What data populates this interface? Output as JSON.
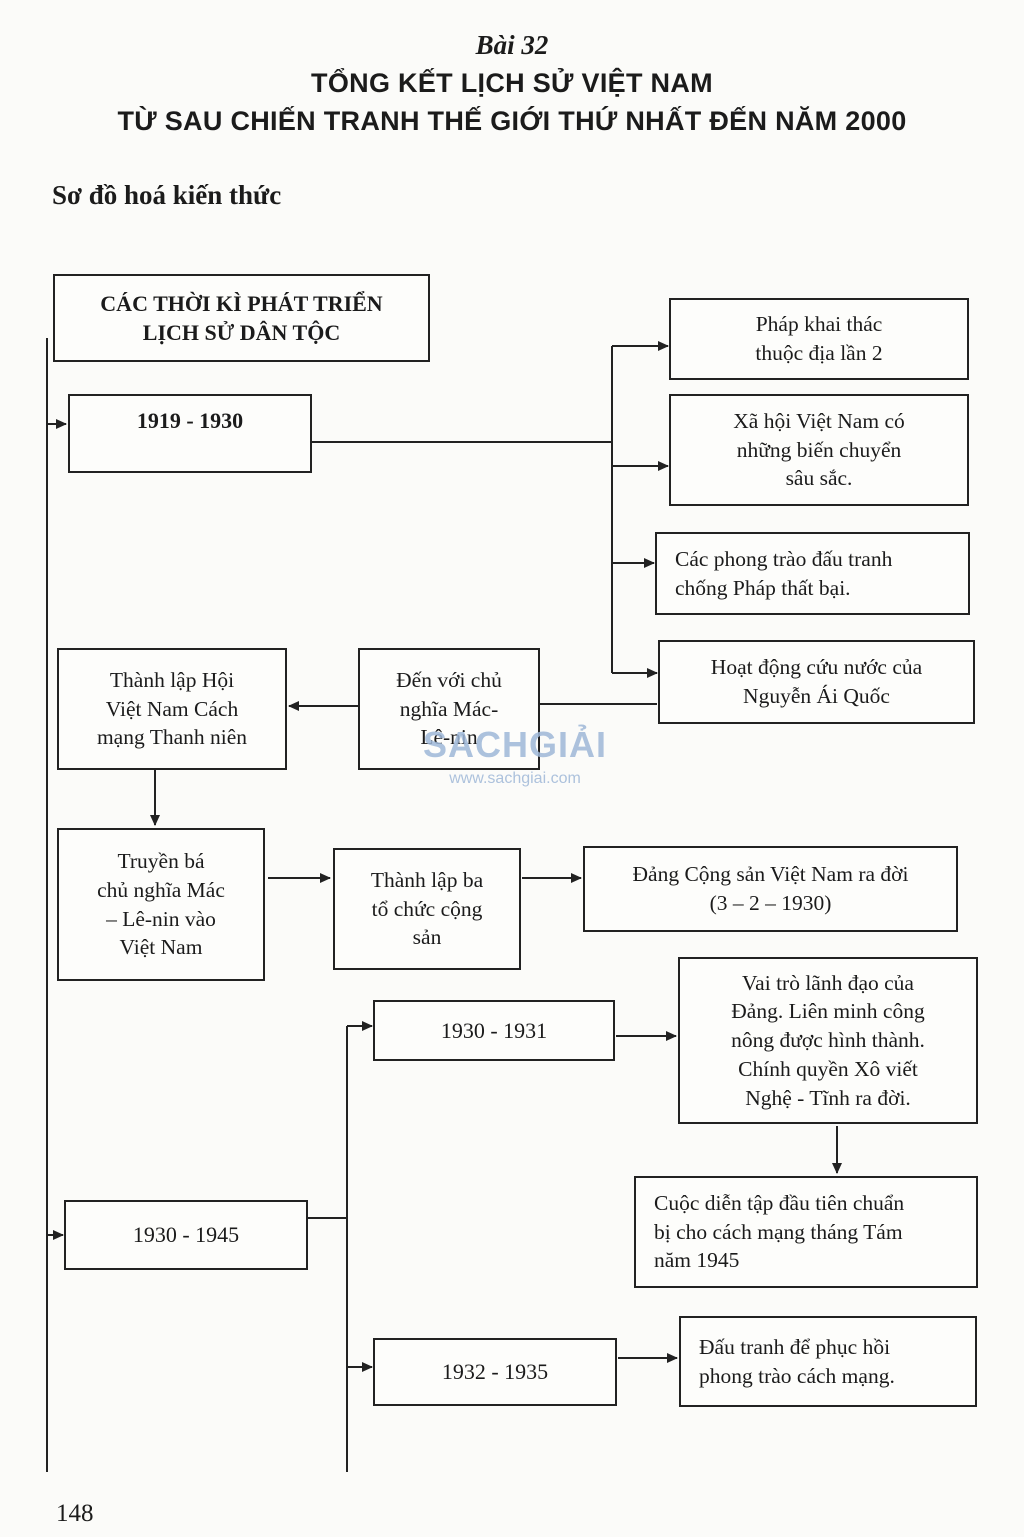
{
  "header": {
    "lesson": "Bài 32",
    "title_line1": "TỔNG KẾT LỊCH SỬ VIỆT NAM",
    "title_line2": "TỪ SAU CHIẾN TRANH THẾ GIỚI THỨ NHẤT ĐẾN NĂM 2000"
  },
  "section_title": "Sơ đồ hoá kiến thức",
  "diagram": {
    "root": "CÁC THỜI KÌ PHÁT TRIỂN\nLỊCH  SỬ DÂN TỘC",
    "period_1919": "1919 - 1930",
    "n_khai_thac": "Pháp khai thác\nthuộc địa lần 2",
    "n_xa_hoi": "Xã hội Việt Nam có\nnhững biến chuyển\nsâu sắc.",
    "n_phong_trao": "Các phong trào đấu tranh\nchống Pháp thất bại.",
    "n_hoat_dong": "Hoạt động cứu nước của\nNguyễn Ái Quốc",
    "n_den_voi": "Đến với chủ\nnghĩa Mác-\nLê-nin",
    "n_hoi_vn": "Thành lập Hội\nViệt Nam Cách\nmạng Thanh niên",
    "n_truyen_ba": "Truyền bá\nchủ nghĩa Mác\n– Lê-nin vào\nViệt Nam",
    "n_ba_to_chuc": "Thành lập ba\ntổ chức cộng\nsản",
    "n_dang": "Đảng Cộng sản Việt Nam ra đời\n(3 – 2 – 1930)",
    "period_1930_1945": "1930 - 1945",
    "period_1930_1931": "1930 - 1931",
    "n_vai_tro": "Vai trò lãnh đạo của\nĐảng. Liên minh công\nnông được hình thành.\nChính quyền Xô viết\nNghệ - Tĩnh ra đời.",
    "n_dien_tap": "Cuộc diễn tập đầu tiên chuẩn\nbị cho cách mạng tháng Tám\nnăm 1945",
    "period_1932_1935": "1932 - 1935",
    "n_dau_tranh": "Đấu tranh để phục hồi\nphong trào cách mạng."
  },
  "watermark": {
    "logo": "SACHGIẢI",
    "url": "www.sachgiai.com"
  },
  "page_number": "148"
}
